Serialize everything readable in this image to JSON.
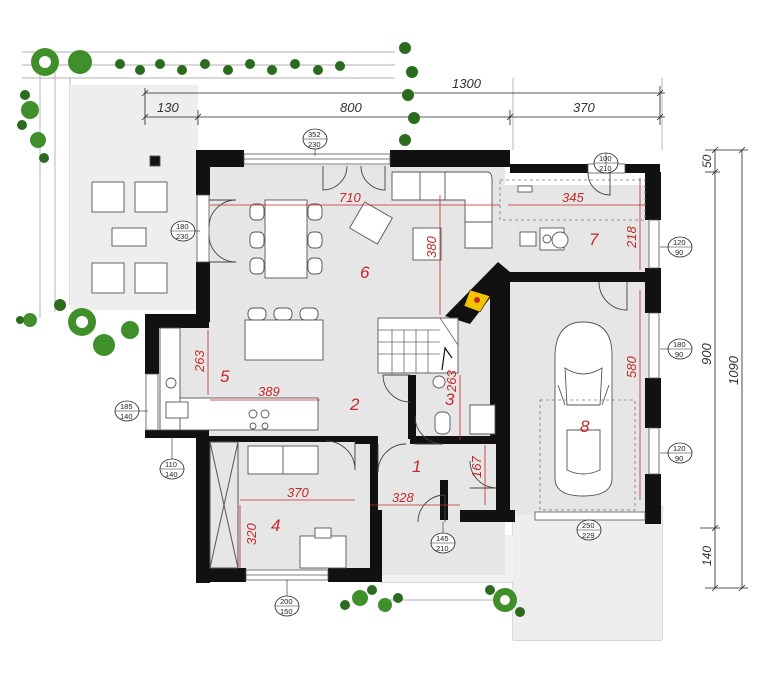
{
  "dimensions": {
    "total_width": "1300",
    "terrace_width": "130",
    "house_width": "800",
    "garage_width": "370",
    "total_depth": "1090",
    "house_depth": "900",
    "top_offset": "50",
    "bottom_offset": "140"
  },
  "interior_dims": {
    "living_width": "710",
    "living_depth": "380",
    "kitchen_depth": "263",
    "kitchen_width": "389",
    "bath_depth": "263",
    "hall_depth": "167",
    "entry_width": "328",
    "room4_width": "370",
    "room4_depth": "320",
    "boiler_width": "345",
    "boiler_depth": "218",
    "garage_depth": "580"
  },
  "rooms": [
    "1",
    "2",
    "3",
    "4",
    "5",
    "6",
    "7",
    "8"
  ],
  "openings": [
    {
      "top": "352",
      "bottom": "230"
    },
    {
      "top": "100",
      "bottom": "210"
    },
    {
      "top": "180",
      "bottom": "230"
    },
    {
      "top": "120",
      "bottom": "90"
    },
    {
      "top": "180",
      "bottom": "90"
    },
    {
      "top": "185",
      "bottom": "140"
    },
    {
      "top": "120",
      "bottom": "90"
    },
    {
      "top": "110",
      "bottom": "140"
    },
    {
      "top": "145",
      "bottom": "210"
    },
    {
      "top": "200",
      "bottom": "150"
    },
    {
      "top": "250",
      "bottom": "229"
    }
  ],
  "colors": {
    "wall": "#111111",
    "floor": "#e6e6e6",
    "dimension_red": "#c62828",
    "plant_green": "#3f8f2a",
    "plant_dark": "#2b6b1e",
    "fire": "#f2c400"
  }
}
